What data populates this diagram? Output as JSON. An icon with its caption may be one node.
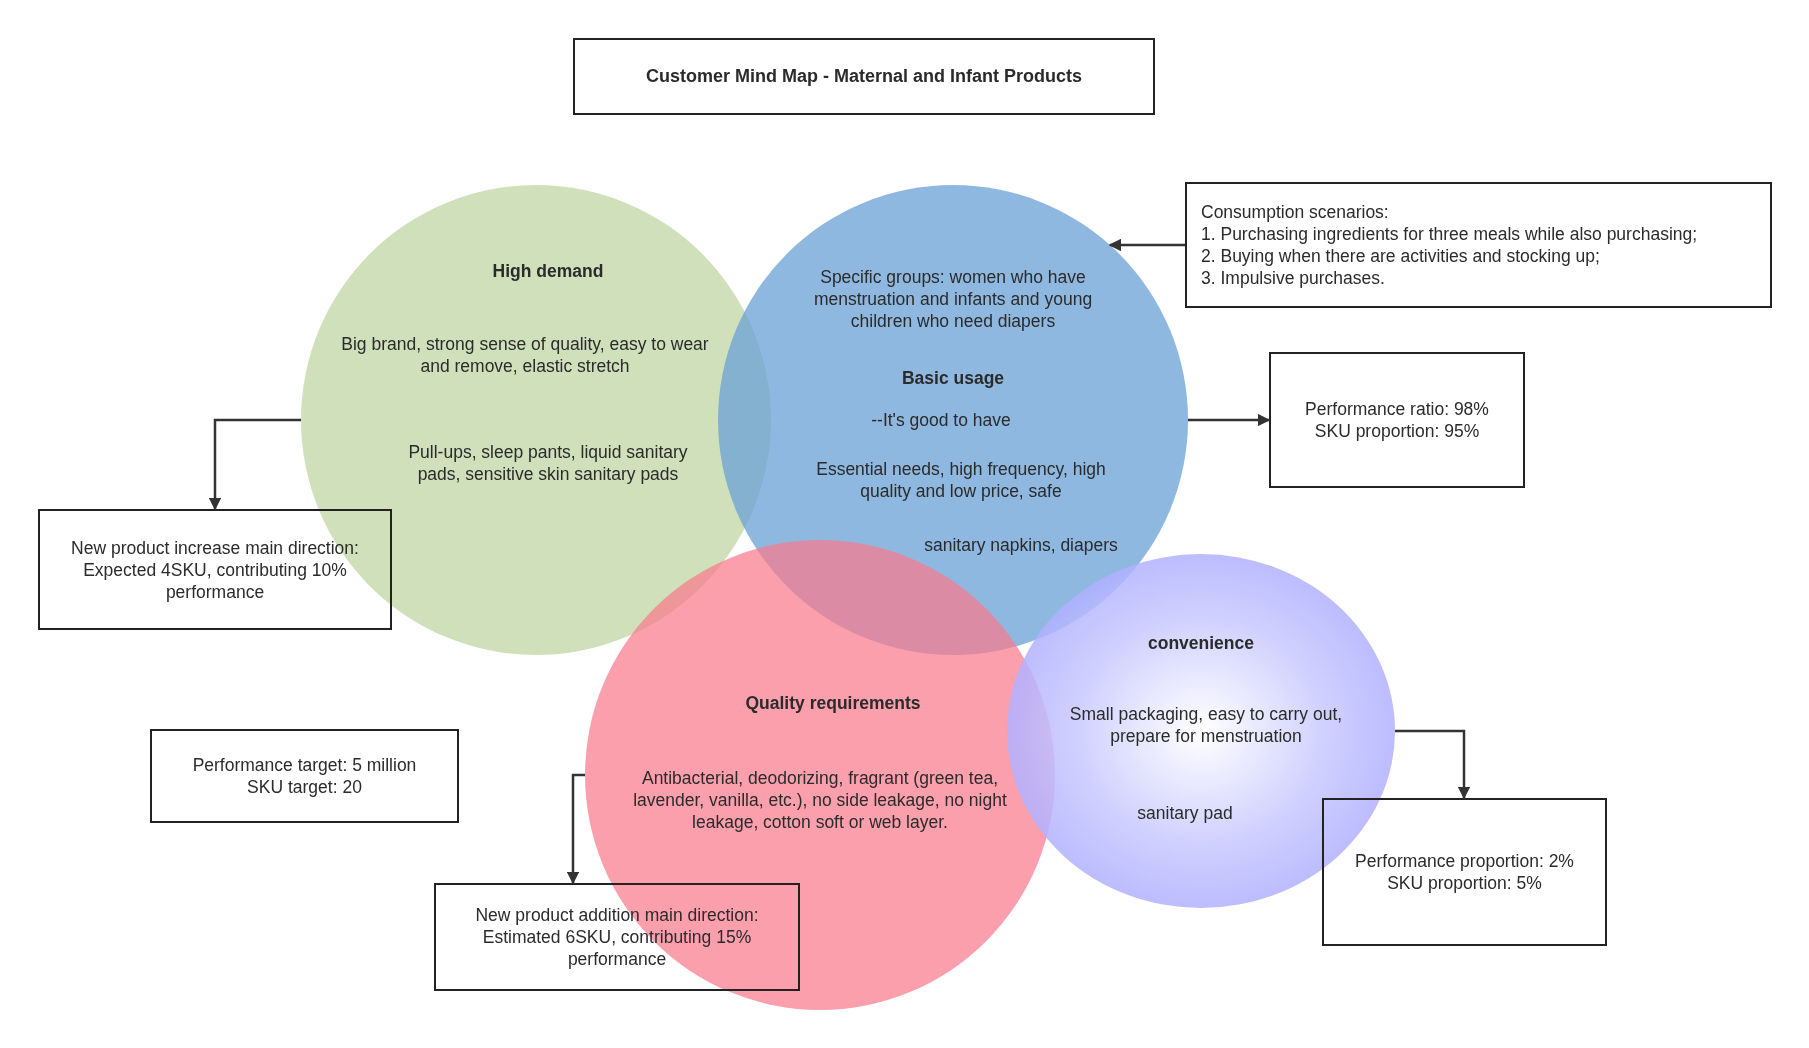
{
  "diagram": {
    "title": "Customer Mind Map - Maternal and Infant Products",
    "nodes": [
      {
        "text": [
          "High demand",
          "Big brand, strong sense of quality, easy to wear and remove, elastic stretch",
          "Pull-ups, sleep pants, liquid sanitary pads, sensitive skin sanitary pads"
        ]
      },
      {
        "text": [
          "Specific groups: women who have menstruation and infants and young children who need diapers",
          "Basic usage",
          "--It's good to have",
          "Essential needs, high frequency, high quality and low price, safe",
          "sanitary napkins, diapers"
        ]
      },
      {
        "text": [
          "Consumption scenarios:",
          "1. Purchasing ingredients for three meals while also purchasing;",
          "2. Buying when there are activities and stocking up;",
          "3. Impulsive purchases."
        ]
      },
      {
        "text": [
          "Performance ratio: 98%",
          "SKU proportion: 95%"
        ]
      },
      {
        "text": [
          "New product increase main direction:",
          "Expected 4SKU, contributing 10% performance"
        ]
      },
      {
        "text": [
          "Quality requirements",
          "Antibacterial, deodorizing, fragrant (green tea, lavender, vanilla, etc.), no side leakage, no night leakage, cotton soft or web layer."
        ]
      },
      {
        "text": [
          "convenience",
          "Small packaging, easy to carry out, prepare for menstruation",
          "sanitary pad"
        ]
      },
      {
        "text": [
          "Performance target: 5 million",
          "SKU target: 20"
        ]
      },
      {
        "text": [
          "New product addition main direction:",
          "Estimated 6SKU, contributing 15% performance"
        ]
      },
      {
        "text": [
          "Performance proportion: 2%",
          "SKU proportion: 5%"
        ]
      }
    ],
    "edges": [
      {
        "from": 2,
        "to": 1,
        "arrow": "to"
      },
      {
        "from": 0,
        "to": 4,
        "arrow": "to"
      },
      {
        "from": 1,
        "to": 3,
        "arrow": "to"
      },
      {
        "from": 5,
        "to": 8,
        "arrow": "to"
      },
      {
        "from": 6,
        "to": 9,
        "arrow": "to"
      }
    ]
  }
}
